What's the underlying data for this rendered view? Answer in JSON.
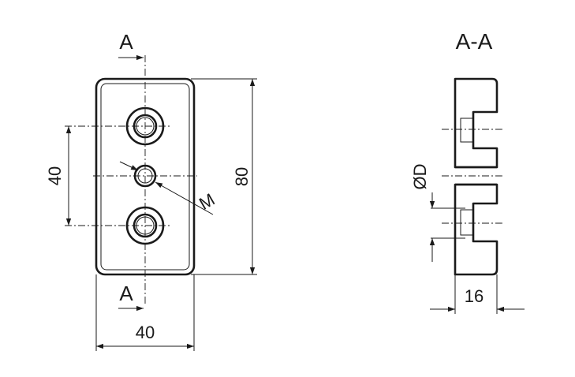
{
  "labels": {
    "section_top": "A",
    "section_bottom": "A",
    "section_title": "A-A",
    "dim_hole_spacing": "40",
    "dim_length": "80",
    "dim_width": "40",
    "dim_thread": "M",
    "dim_bore": "ØD",
    "dim_thickness": "16"
  },
  "colors": {
    "line": "#1a1a1a",
    "background": "#ffffff"
  }
}
